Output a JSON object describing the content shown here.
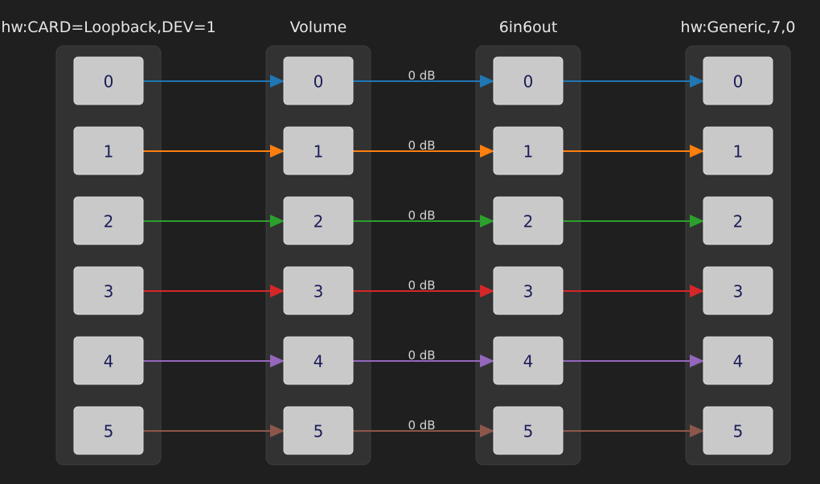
{
  "columns": [
    {
      "title": "hw:CARD=Loopback,DEV=1",
      "ports": [
        "0",
        "1",
        "2",
        "3",
        "4",
        "5"
      ]
    },
    {
      "title": "Volume",
      "ports": [
        "0",
        "1",
        "2",
        "3",
        "4",
        "5"
      ]
    },
    {
      "title": "6in6out",
      "ports": [
        "0",
        "1",
        "2",
        "3",
        "4",
        "5"
      ]
    },
    {
      "title": "hw:Generic,7,0",
      "ports": [
        "0",
        "1",
        "2",
        "3",
        "4",
        "5"
      ]
    }
  ],
  "channel_colors": [
    "#1f77b4",
    "#ff7f0e",
    "#2ca02c",
    "#d62728",
    "#9467bd",
    "#8c564b"
  ],
  "links": [
    {
      "from_col": 0,
      "to_col": 1,
      "label": ""
    },
    {
      "from_col": 1,
      "to_col": 2,
      "label": "0 dB"
    },
    {
      "from_col": 2,
      "to_col": 3,
      "label": ""
    }
  ]
}
